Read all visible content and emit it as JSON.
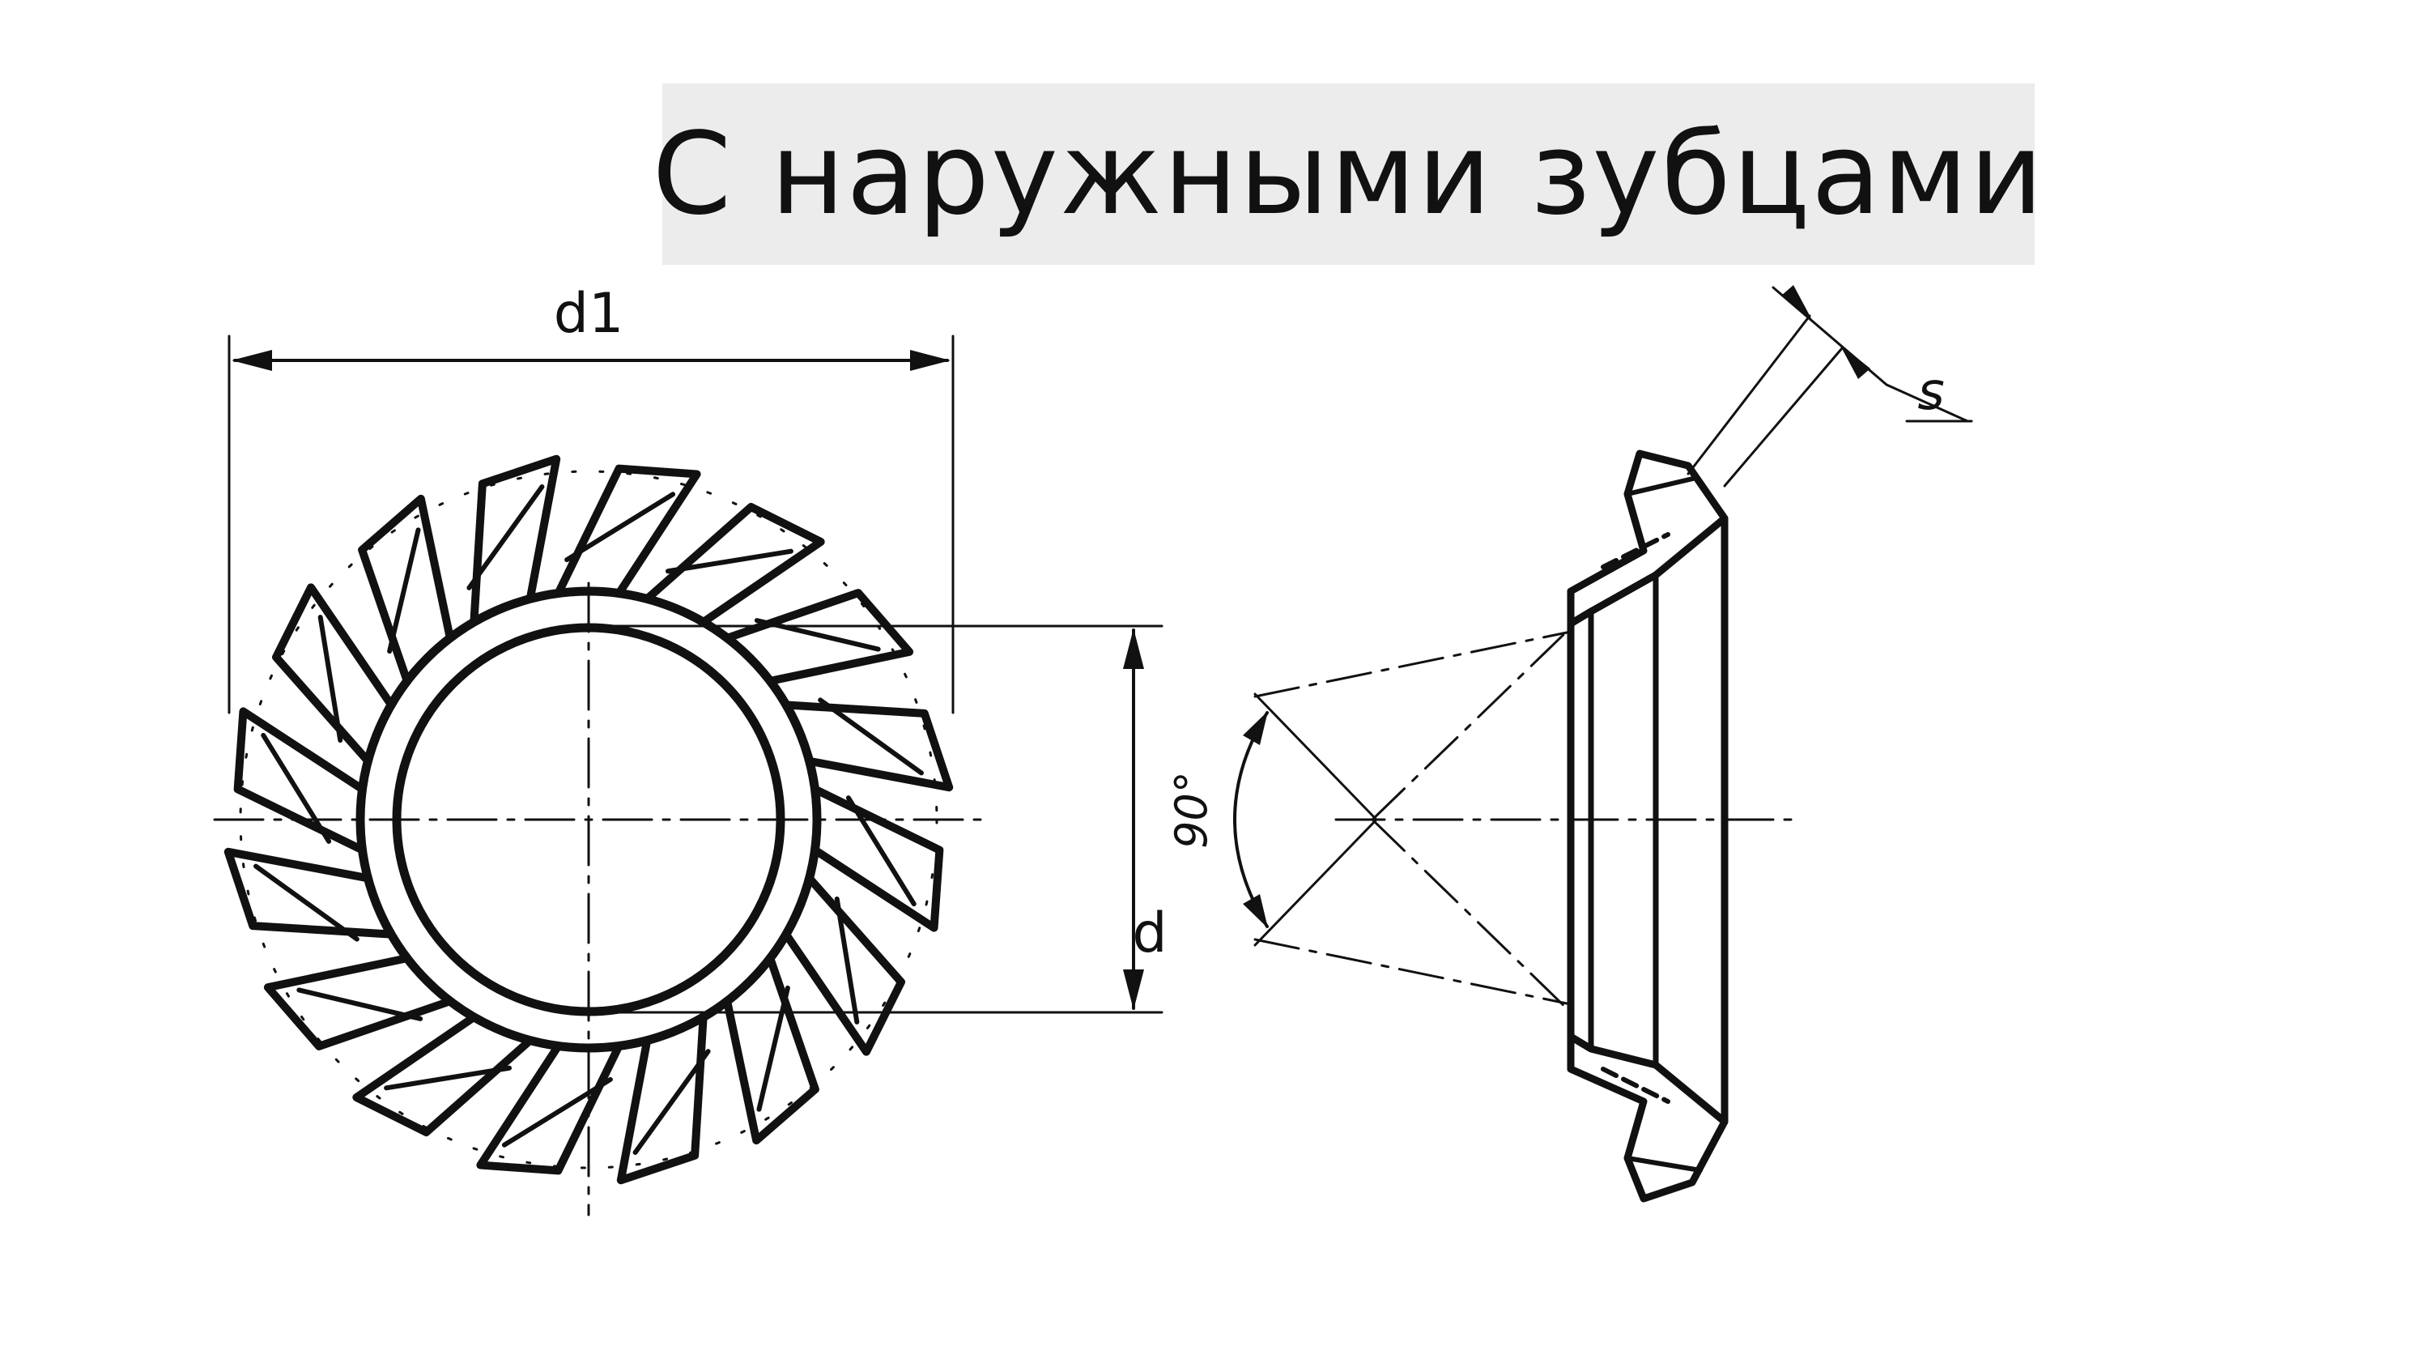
{
  "title": "С наружными зубцами",
  "labels": {
    "outer_diameter": "d1",
    "inner_diameter": "d",
    "thickness": "s",
    "angle": "90°"
  },
  "colors": {
    "line": "#111111",
    "title_background": "#ececec"
  }
}
